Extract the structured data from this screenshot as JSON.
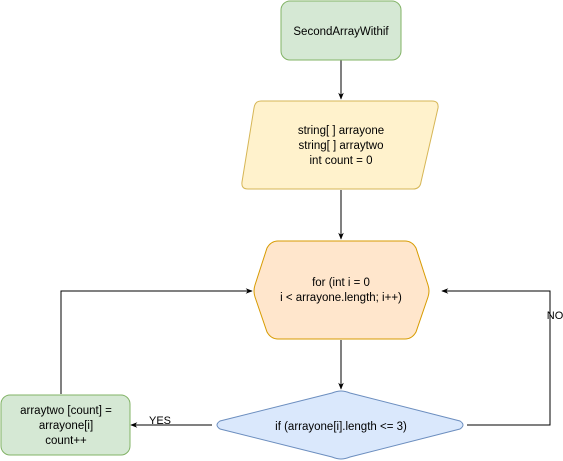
{
  "diagram": {
    "nodes": {
      "start": {
        "shape": "rounded-rectangle",
        "lines": [
          "SecondArrayWithif"
        ],
        "fill": "#d5e8d4",
        "stroke": "#82b366"
      },
      "declare": {
        "shape": "parallelogram",
        "lines": [
          "string[ ] arrayone",
          "string[ ] arraytwo",
          "int count = 0"
        ],
        "fill": "#fff2cc",
        "stroke": "#d6b656"
      },
      "loop": {
        "shape": "hexagon",
        "lines": [
          "for (int i = 0",
          "i < arrayone.length; i++)"
        ],
        "fill": "#ffe6cc",
        "stroke": "#d79b00"
      },
      "condition": {
        "shape": "diamond",
        "lines": [
          "if (arrayone[i].length <= 3)"
        ],
        "fill": "#dae8fc",
        "stroke": "#6c8ebf"
      },
      "assign": {
        "shape": "rounded-rectangle",
        "lines": [
          "arraytwo [count] =",
          "arrayone[i]",
          "count++"
        ],
        "fill": "#d5e8d4",
        "stroke": "#82b366"
      }
    },
    "edges": [
      {
        "from": "start",
        "to": "declare",
        "label": ""
      },
      {
        "from": "declare",
        "to": "loop",
        "label": ""
      },
      {
        "from": "loop",
        "to": "condition",
        "label": ""
      },
      {
        "from": "condition",
        "to": "assign",
        "label": "YES"
      },
      {
        "from": "assign",
        "to": "loop",
        "label": ""
      },
      {
        "from": "condition",
        "to": "loop",
        "label": "NO"
      }
    ],
    "edge_color": "#000000"
  }
}
